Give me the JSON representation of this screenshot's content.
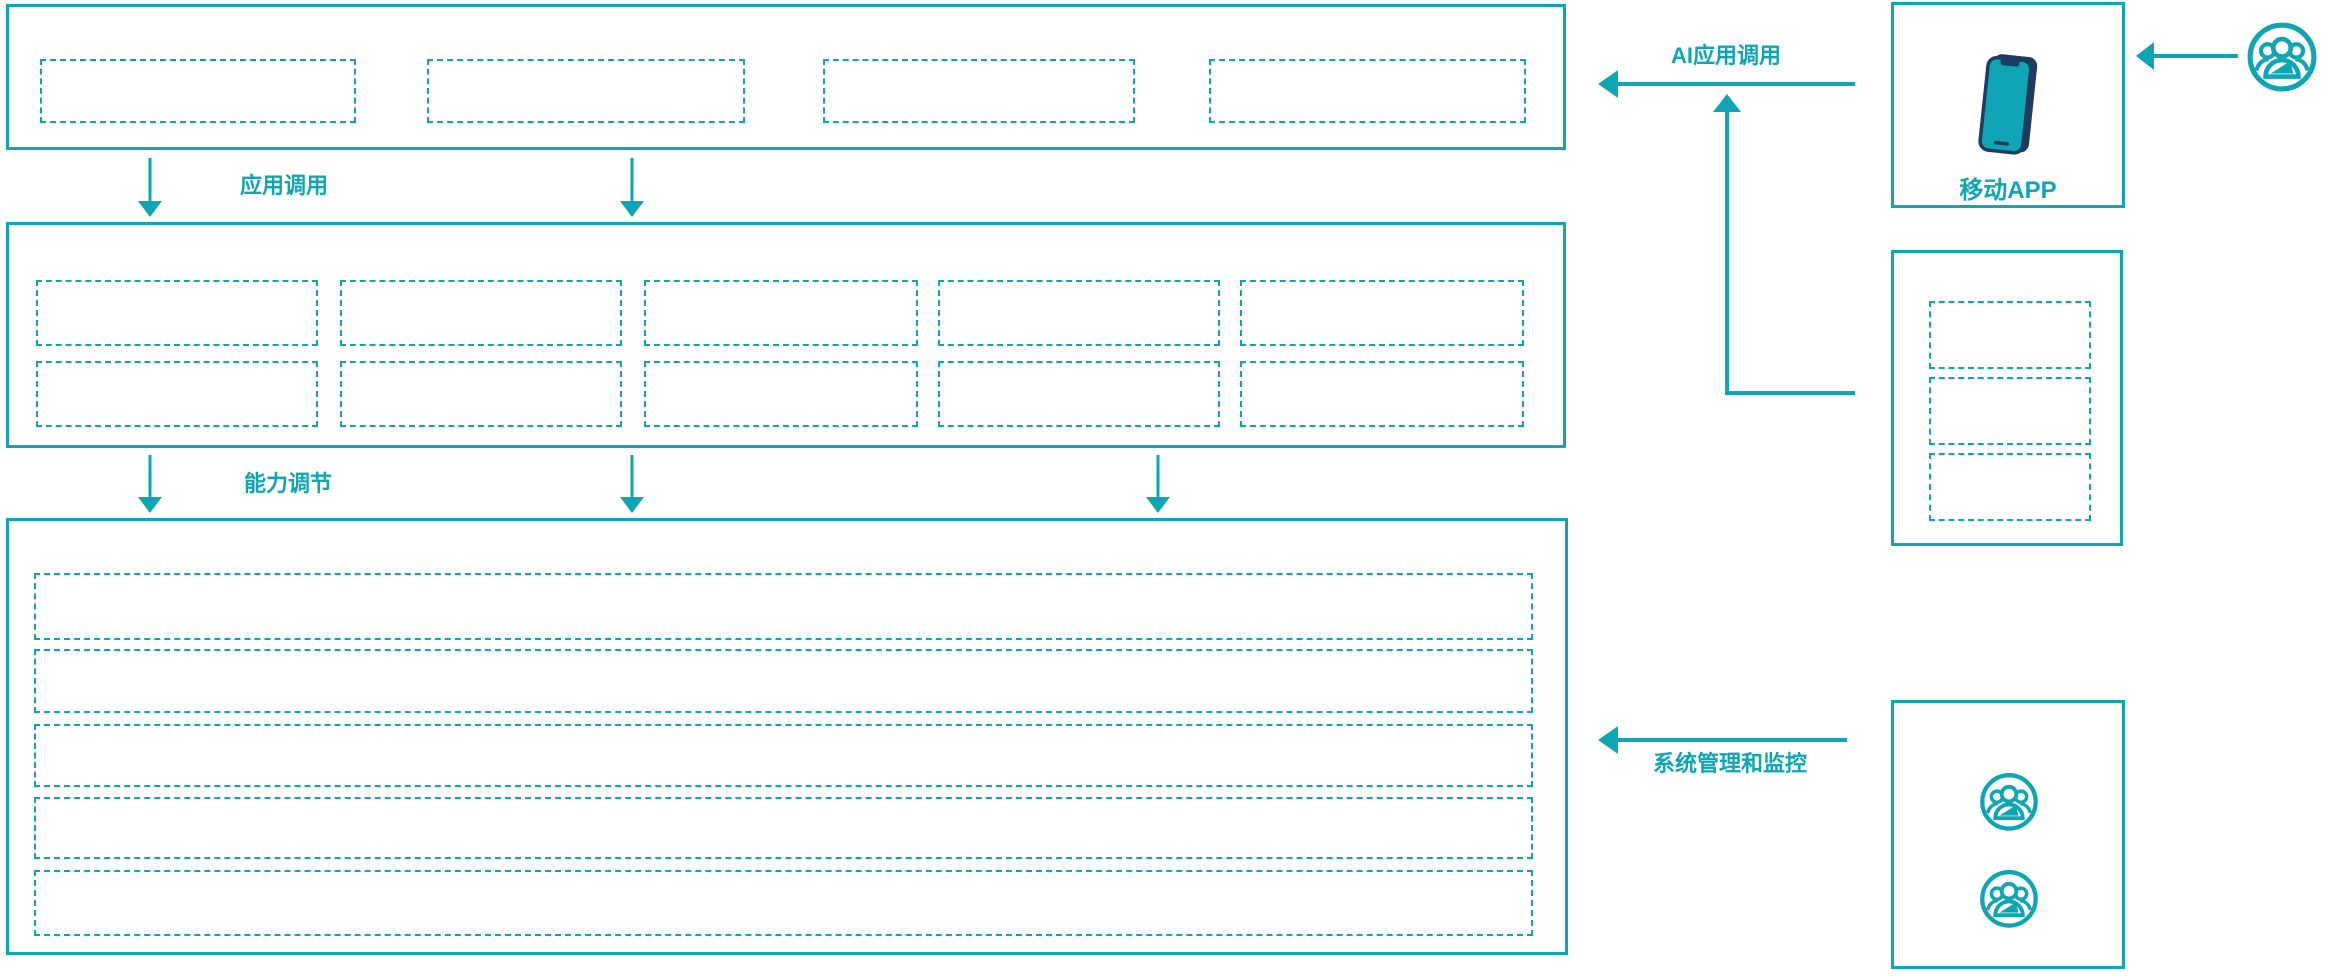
{
  "diagram": {
    "title": "",
    "colors": {
      "teal": "#0ea5b5",
      "navy": "#1e3c5f",
      "background": "#ffffff"
    },
    "labels": {
      "app_call": "应用调用",
      "capability_adjust": "能力调节",
      "ai_app_call": "AI应用调用",
      "system_monitor": "系统管理和监控",
      "mobile_app": "移动APP"
    },
    "layers": {
      "top_layer": {
        "placeholder_count": 4,
        "text": ""
      },
      "middle_layer": {
        "placeholder_rows": 2,
        "placeholder_cols": 5,
        "text": ""
      },
      "bottom_layer": {
        "placeholder_rows": 5,
        "text": ""
      },
      "mobile_app_panel": {
        "icon": "smartphone-icon",
        "label": "移动APP"
      },
      "right_middle_panel": {
        "placeholder_count": 3,
        "text": ""
      },
      "admin_panel": {
        "icons": [
          "users-icon",
          "users-icon"
        ],
        "text": ""
      }
    },
    "icons": [
      "smartphone-icon",
      "users-icon"
    ],
    "arrows": [
      {
        "name": "app-call-arrow-left",
        "direction": "down"
      },
      {
        "name": "app-call-arrow-right",
        "direction": "down"
      },
      {
        "name": "capability-arrow-left",
        "direction": "down"
      },
      {
        "name": "capability-arrow-mid",
        "direction": "down"
      },
      {
        "name": "capability-arrow-right",
        "direction": "down"
      },
      {
        "name": "ai-app-call-arrow",
        "direction": "left"
      },
      {
        "name": "right-middle-up-connector",
        "direction": "up"
      },
      {
        "name": "user-to-mobile-arrow",
        "direction": "left"
      },
      {
        "name": "system-monitor-arrow",
        "direction": "left"
      }
    ]
  }
}
